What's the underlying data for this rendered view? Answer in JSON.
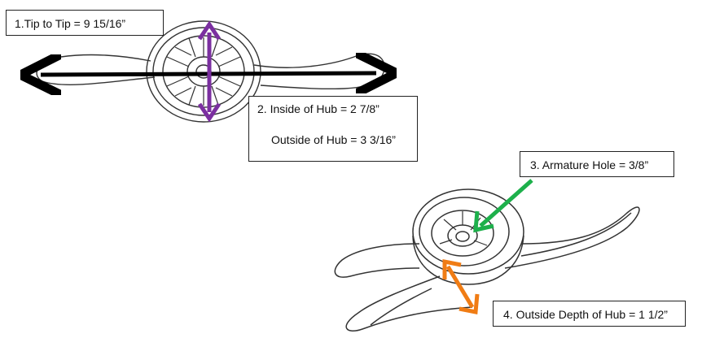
{
  "labels": {
    "tip_to_tip": "1.Tip to Tip = 9 15/16”",
    "inside_hub": "2. Inside of Hub = 2 7/8”",
    "outside_hub": "Outside of Hub = 3 3/16”",
    "armature_hole": "3. Armature Hole = 3/8”",
    "outside_depth": "4. Outside Depth of Hub = 1 1/2”"
  },
  "colors": {
    "tip_arrow": "#000000",
    "hub_arrow": "#7b2fa0",
    "armature_arrow": "#1db04b",
    "depth_arrow": "#f07c14",
    "drawing_line": "#333333"
  }
}
